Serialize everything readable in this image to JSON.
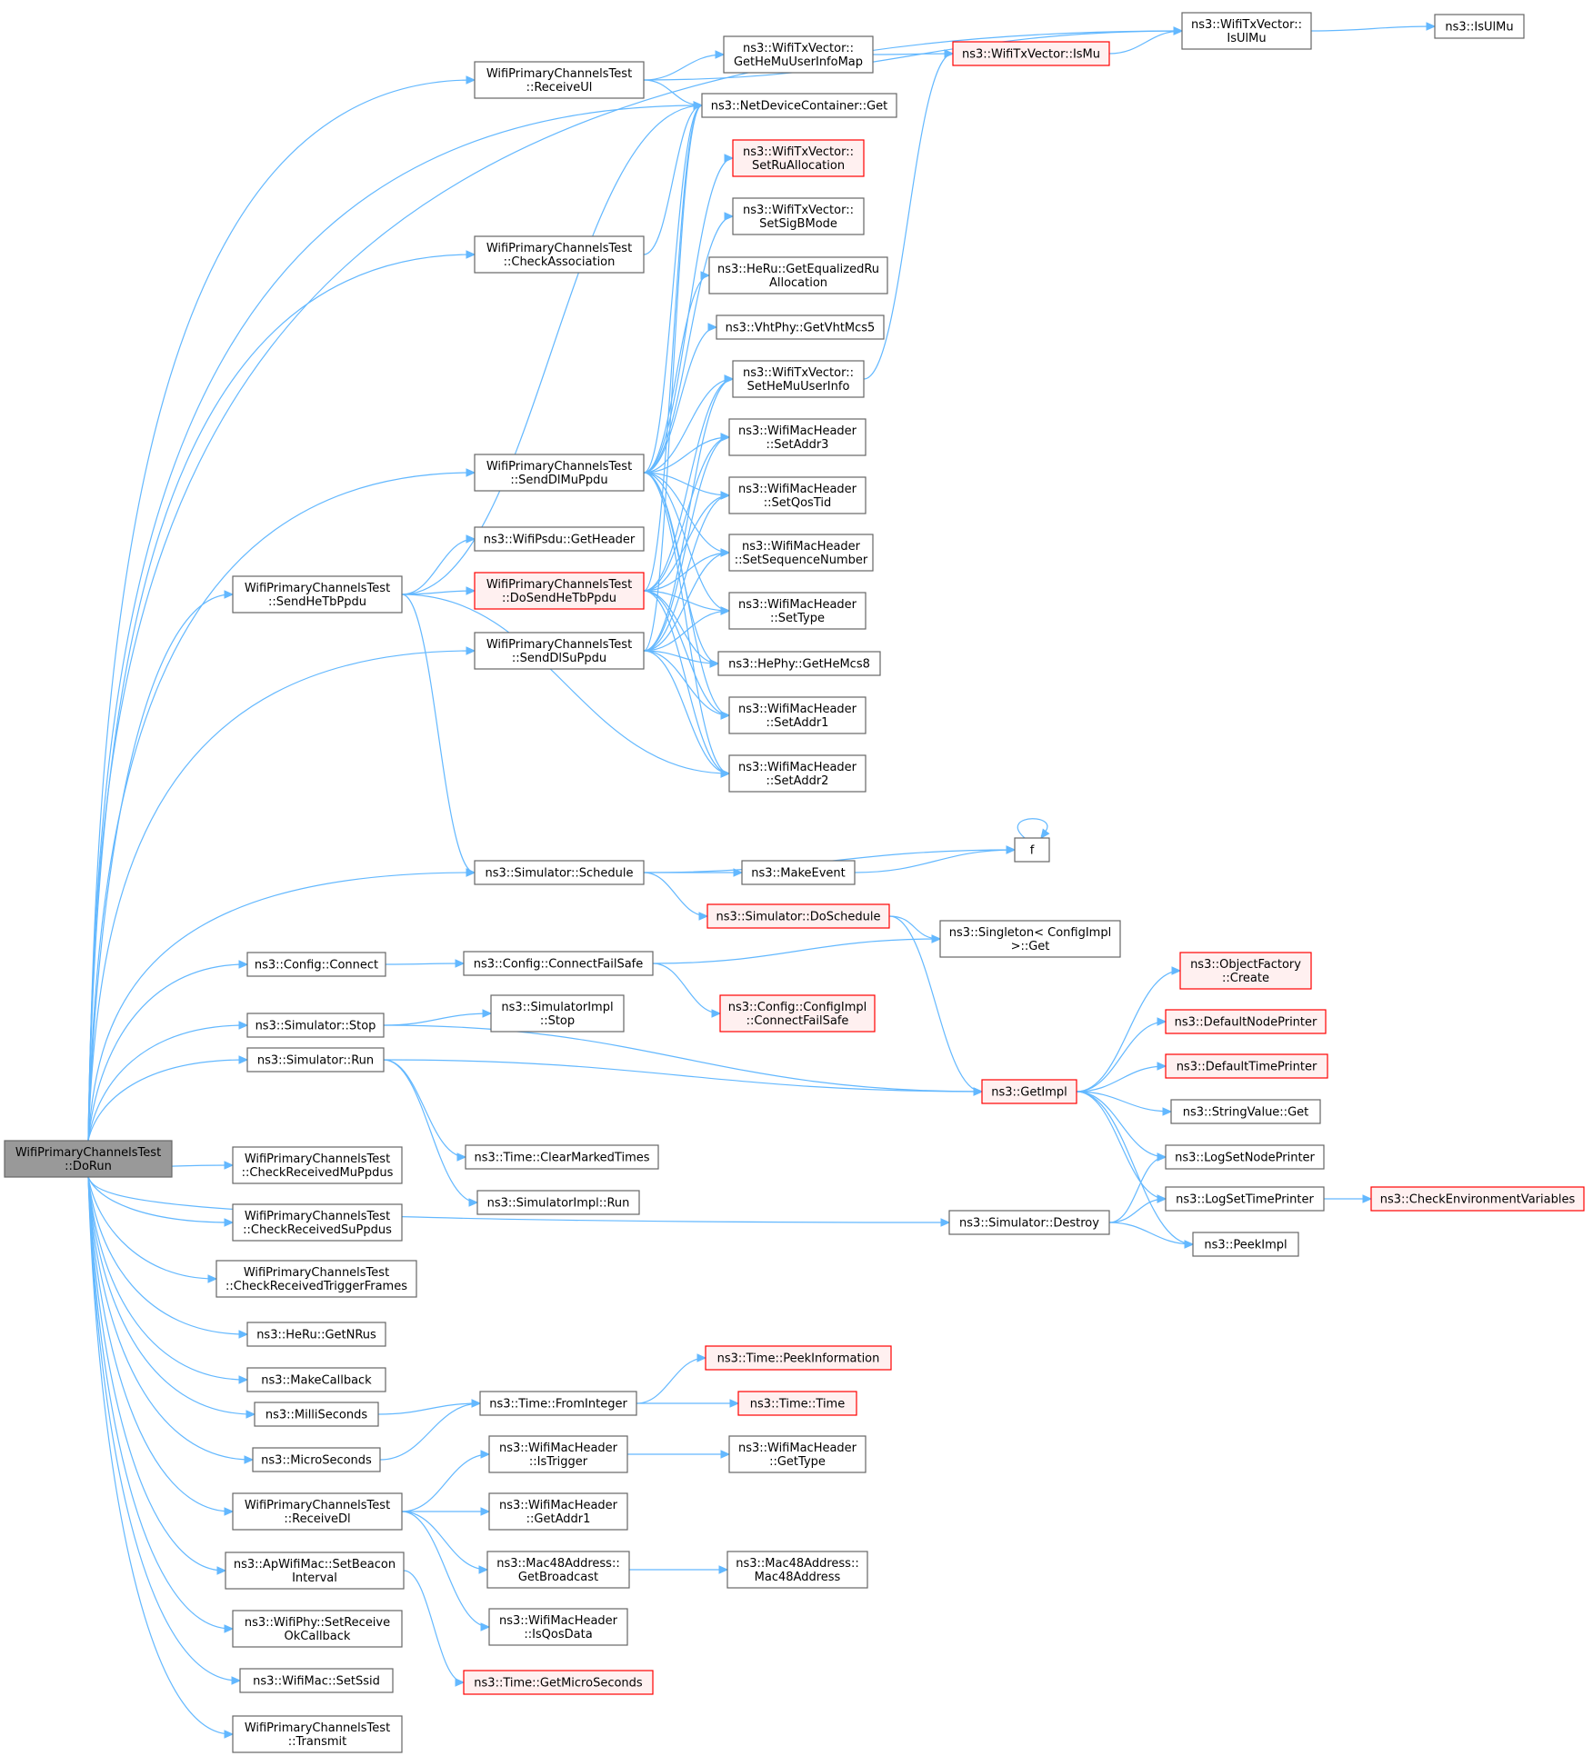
{
  "colors": {
    "edge": "#63b8ff",
    "node_border": "#666666",
    "root_fill": "#999999",
    "truncated_border": "#ff0000",
    "truncated_fill": "#fff0f0"
  },
  "nodes": [
    {
      "id": "doRun",
      "lines": [
        "WifiPrimaryChannelsTest",
        "::DoRun"
      ],
      "kind": "root"
    },
    {
      "id": "receiveUl",
      "lines": [
        "WifiPrimaryChannelsTest",
        "::ReceiveUl"
      ]
    },
    {
      "id": "getHeMuUserInfoMap",
      "lines": [
        "ns3::WifiTxVector::",
        "GetHeMuUserInfoMap"
      ]
    },
    {
      "id": "isMu",
      "lines": [
        "ns3::WifiTxVector::IsMu"
      ],
      "kind": "truncated"
    },
    {
      "id": "isUlMuVec",
      "lines": [
        "ns3::WifiTxVector::",
        "IsUlMu"
      ]
    },
    {
      "id": "isUlMu",
      "lines": [
        "ns3::IsUlMu"
      ]
    },
    {
      "id": "ndcGet",
      "lines": [
        "ns3::NetDeviceContainer::Get"
      ]
    },
    {
      "id": "setRuAllocation",
      "lines": [
        "ns3::WifiTxVector::",
        "SetRuAllocation"
      ],
      "kind": "truncated"
    },
    {
      "id": "setSigBMode",
      "lines": [
        "ns3::WifiTxVector::",
        "SetSigBMode"
      ]
    },
    {
      "id": "getEqualizedRu",
      "lines": [
        "ns3::HeRu::GetEqualizedRu",
        "Allocation"
      ]
    },
    {
      "id": "getVhtMcs5",
      "lines": [
        "ns3::VhtPhy::GetVhtMcs5"
      ]
    },
    {
      "id": "setHeMuUserInfo",
      "lines": [
        "ns3::WifiTxVector::",
        "SetHeMuUserInfo"
      ]
    },
    {
      "id": "setAddr3",
      "lines": [
        "ns3::WifiMacHeader",
        "::SetAddr3"
      ]
    },
    {
      "id": "setQosTid",
      "lines": [
        "ns3::WifiMacHeader",
        "::SetQosTid"
      ]
    },
    {
      "id": "setSeqNum",
      "lines": [
        "ns3::WifiMacHeader",
        "::SetSequenceNumber"
      ]
    },
    {
      "id": "setType",
      "lines": [
        "ns3::WifiMacHeader",
        "::SetType"
      ]
    },
    {
      "id": "getHeMcs8",
      "lines": [
        "ns3::HePhy::GetHeMcs8"
      ]
    },
    {
      "id": "setAddr1",
      "lines": [
        "ns3::WifiMacHeader",
        "::SetAddr1"
      ]
    },
    {
      "id": "setAddr2",
      "lines": [
        "ns3::WifiMacHeader",
        "::SetAddr2"
      ]
    },
    {
      "id": "checkAssociation",
      "lines": [
        "WifiPrimaryChannelsTest",
        "::CheckAssociation"
      ]
    },
    {
      "id": "sendDlMuPpdu",
      "lines": [
        "WifiPrimaryChannelsTest",
        "::SendDlMuPpdu"
      ]
    },
    {
      "id": "psduGetHeader",
      "lines": [
        "ns3::WifiPsdu::GetHeader"
      ]
    },
    {
      "id": "sendHeTbPpdu",
      "lines": [
        "WifiPrimaryChannelsTest",
        "::SendHeTbPpdu"
      ]
    },
    {
      "id": "doSendHeTbPpdu",
      "lines": [
        "WifiPrimaryChannelsTest",
        "::DoSendHeTbPpdu"
      ],
      "kind": "truncated"
    },
    {
      "id": "sendDlSuPpdu",
      "lines": [
        "WifiPrimaryChannelsTest",
        "::SendDlSuPpdu"
      ]
    },
    {
      "id": "f",
      "lines": [
        "f"
      ]
    },
    {
      "id": "schedule",
      "lines": [
        "ns3::Simulator::Schedule"
      ]
    },
    {
      "id": "makeEvent",
      "lines": [
        "ns3::MakeEvent"
      ]
    },
    {
      "id": "doSchedule",
      "lines": [
        "ns3::Simulator::DoSchedule"
      ],
      "kind": "truncated"
    },
    {
      "id": "singletonGet",
      "lines": [
        "ns3::Singleton< ConfigImpl",
        " >::Get"
      ]
    },
    {
      "id": "configConnect",
      "lines": [
        "ns3::Config::Connect"
      ]
    },
    {
      "id": "connectFailSafe",
      "lines": [
        "ns3::Config::ConnectFailSafe"
      ]
    },
    {
      "id": "configImplCFS",
      "lines": [
        "ns3::Config::ConfigImpl",
        "::ConnectFailSafe"
      ],
      "kind": "truncated"
    },
    {
      "id": "objFactoryCreate",
      "lines": [
        "ns3::ObjectFactory",
        "::Create"
      ],
      "kind": "truncated"
    },
    {
      "id": "defaultNodePrinter",
      "lines": [
        "ns3::DefaultNodePrinter"
      ],
      "kind": "truncated"
    },
    {
      "id": "simStop",
      "lines": [
        "ns3::Simulator::Stop"
      ]
    },
    {
      "id": "simImplStop",
      "lines": [
        "ns3::SimulatorImpl",
        "::Stop"
      ]
    },
    {
      "id": "defaultTimePrinter",
      "lines": [
        "ns3::DefaultTimePrinter"
      ],
      "kind": "truncated"
    },
    {
      "id": "simRun",
      "lines": [
        "ns3::Simulator::Run"
      ]
    },
    {
      "id": "getImpl",
      "lines": [
        "ns3::GetImpl"
      ],
      "kind": "truncated"
    },
    {
      "id": "stringValueGet",
      "lines": [
        "ns3::StringValue::Get"
      ]
    },
    {
      "id": "checkRecvMu",
      "lines": [
        "WifiPrimaryChannelsTest",
        "::CheckReceivedMuPpdus"
      ]
    },
    {
      "id": "clearMarkedTimes",
      "lines": [
        "ns3::Time::ClearMarkedTimes"
      ]
    },
    {
      "id": "logSetNodePrinter",
      "lines": [
        "ns3::LogSetNodePrinter"
      ]
    },
    {
      "id": "simImplRun",
      "lines": [
        "ns3::SimulatorImpl::Run"
      ]
    },
    {
      "id": "logSetTimePrinter",
      "lines": [
        "ns3::LogSetTimePrinter"
      ]
    },
    {
      "id": "checkEnvVars",
      "lines": [
        "ns3::CheckEnvironmentVariables"
      ],
      "kind": "truncated"
    },
    {
      "id": "checkRecvSu",
      "lines": [
        "WifiPrimaryChannelsTest",
        "::CheckReceivedSuPpdus"
      ]
    },
    {
      "id": "simDestroy",
      "lines": [
        "ns3::Simulator::Destroy"
      ]
    },
    {
      "id": "peekImpl",
      "lines": [
        "ns3::PeekImpl"
      ]
    },
    {
      "id": "checkRecvTrig",
      "lines": [
        "WifiPrimaryChannelsTest",
        "::CheckReceivedTriggerFrames"
      ]
    },
    {
      "id": "getNRus",
      "lines": [
        "ns3::HeRu::GetNRus"
      ]
    },
    {
      "id": "makeCallback",
      "lines": [
        "ns3::MakeCallback"
      ]
    },
    {
      "id": "peekInformation",
      "lines": [
        "ns3::Time::PeekInformation"
      ],
      "kind": "truncated"
    },
    {
      "id": "milliSeconds",
      "lines": [
        "ns3::MilliSeconds"
      ]
    },
    {
      "id": "fromInteger",
      "lines": [
        "ns3::Time::FromInteger"
      ]
    },
    {
      "id": "timeTime",
      "lines": [
        "ns3::Time::Time"
      ],
      "kind": "truncated"
    },
    {
      "id": "microSeconds",
      "lines": [
        "ns3::MicroSeconds"
      ]
    },
    {
      "id": "isTrigger",
      "lines": [
        "ns3::WifiMacHeader",
        "::IsTrigger"
      ]
    },
    {
      "id": "macGetType",
      "lines": [
        "ns3::WifiMacHeader",
        "::GetType"
      ]
    },
    {
      "id": "receiveDl",
      "lines": [
        "WifiPrimaryChannelsTest",
        "::ReceiveDl"
      ]
    },
    {
      "id": "getAddr1",
      "lines": [
        "ns3::WifiMacHeader",
        "::GetAddr1"
      ]
    },
    {
      "id": "getBroadcast",
      "lines": [
        "ns3::Mac48Address::",
        "GetBroadcast"
      ]
    },
    {
      "id": "mac48Address",
      "lines": [
        "ns3::Mac48Address::",
        "Mac48Address"
      ]
    },
    {
      "id": "setBeaconInterval",
      "lines": [
        "ns3::ApWifiMac::SetBeacon",
        "Interval"
      ]
    },
    {
      "id": "isQosData",
      "lines": [
        "ns3::WifiMacHeader",
        "::IsQosData"
      ]
    },
    {
      "id": "setReceiveOk",
      "lines": [
        "ns3::WifiPhy::SetReceive",
        "OkCallback"
      ]
    },
    {
      "id": "getMicroSeconds",
      "lines": [
        "ns3::Time::GetMicroSeconds"
      ],
      "kind": "truncated"
    },
    {
      "id": "setSsid",
      "lines": [
        "ns3::WifiMac::SetSsid"
      ]
    },
    {
      "id": "transmit",
      "lines": [
        "WifiPrimaryChannelsTest",
        "::Transmit"
      ]
    }
  ],
  "edges": [
    [
      "doRun",
      "receiveUl"
    ],
    [
      "doRun",
      "ndcGet"
    ],
    [
      "doRun",
      "checkAssociation"
    ],
    [
      "doRun",
      "sendDlMuPpdu"
    ],
    [
      "doRun",
      "sendHeTbPpdu"
    ],
    [
      "doRun",
      "sendDlSuPpdu"
    ],
    [
      "doRun",
      "schedule"
    ],
    [
      "doRun",
      "configConnect"
    ],
    [
      "doRun",
      "simStop"
    ],
    [
      "doRun",
      "simRun"
    ],
    [
      "doRun",
      "simDestroy"
    ],
    [
      "doRun",
      "checkRecvMu"
    ],
    [
      "doRun",
      "checkRecvSu"
    ],
    [
      "doRun",
      "checkRecvTrig"
    ],
    [
      "doRun",
      "getNRus"
    ],
    [
      "doRun",
      "makeCallback"
    ],
    [
      "doRun",
      "milliSeconds"
    ],
    [
      "doRun",
      "microSeconds"
    ],
    [
      "doRun",
      "receiveDl"
    ],
    [
      "doRun",
      "setBeaconInterval"
    ],
    [
      "doRun",
      "setReceiveOk"
    ],
    [
      "doRun",
      "setSsid"
    ],
    [
      "doRun",
      "transmit"
    ],
    [
      "doRun",
      "isUlMuVec"
    ],
    [
      "receiveUl",
      "isUlMuVec"
    ],
    [
      "receiveUl",
      "getHeMuUserInfoMap"
    ],
    [
      "receiveUl",
      "ndcGet"
    ],
    [
      "getHeMuUserInfoMap",
      "isMu"
    ],
    [
      "isMu",
      "isUlMuVec"
    ],
    [
      "isUlMuVec",
      "isUlMu"
    ],
    [
      "checkAssociation",
      "ndcGet"
    ],
    [
      "sendDlMuPpdu",
      "ndcGet"
    ],
    [
      "sendDlMuPpdu",
      "setRuAllocation"
    ],
    [
      "sendDlMuPpdu",
      "setSigBMode"
    ],
    [
      "sendDlMuPpdu",
      "getEqualizedRu"
    ],
    [
      "sendDlMuPpdu",
      "getVhtMcs5"
    ],
    [
      "sendDlMuPpdu",
      "setHeMuUserInfo"
    ],
    [
      "sendDlMuPpdu",
      "setAddr3"
    ],
    [
      "sendDlMuPpdu",
      "setQosTid"
    ],
    [
      "sendDlMuPpdu",
      "setSeqNum"
    ],
    [
      "sendDlMuPpdu",
      "setType"
    ],
    [
      "sendDlMuPpdu",
      "getHeMcs8"
    ],
    [
      "sendDlMuPpdu",
      "setAddr1"
    ],
    [
      "sendDlMuPpdu",
      "setAddr2"
    ],
    [
      "sendHeTbPpdu",
      "ndcGet"
    ],
    [
      "sendHeTbPpdu",
      "psduGetHeader"
    ],
    [
      "sendHeTbPpdu",
      "doSendHeTbPpdu"
    ],
    [
      "sendHeTbPpdu",
      "schedule"
    ],
    [
      "sendHeTbPpdu",
      "setAddr2"
    ],
    [
      "doSendHeTbPpdu",
      "ndcGet"
    ],
    [
      "doSendHeTbPpdu",
      "setHeMuUserInfo"
    ],
    [
      "doSendHeTbPpdu",
      "setAddr3"
    ],
    [
      "doSendHeTbPpdu",
      "setQosTid"
    ],
    [
      "doSendHeTbPpdu",
      "setSeqNum"
    ],
    [
      "doSendHeTbPpdu",
      "setType"
    ],
    [
      "doSendHeTbPpdu",
      "getHeMcs8"
    ],
    [
      "doSendHeTbPpdu",
      "setAddr1"
    ],
    [
      "doSendHeTbPpdu",
      "setAddr2"
    ],
    [
      "sendDlSuPpdu",
      "ndcGet"
    ],
    [
      "sendDlSuPpdu",
      "setHeMuUserInfo"
    ],
    [
      "sendDlSuPpdu",
      "setAddr3"
    ],
    [
      "sendDlSuPpdu",
      "setQosTid"
    ],
    [
      "sendDlSuPpdu",
      "setSeqNum"
    ],
    [
      "sendDlSuPpdu",
      "setType"
    ],
    [
      "sendDlSuPpdu",
      "getHeMcs8"
    ],
    [
      "sendDlSuPpdu",
      "setAddr1"
    ],
    [
      "sendDlSuPpdu",
      "setAddr2"
    ],
    [
      "setHeMuUserInfo",
      "isMu"
    ],
    [
      "schedule",
      "f"
    ],
    [
      "schedule",
      "makeEvent"
    ],
    [
      "schedule",
      "doSchedule"
    ],
    [
      "makeEvent",
      "f"
    ],
    [
      "f",
      "f"
    ],
    [
      "doSchedule",
      "singletonGet"
    ],
    [
      "doSchedule",
      "getImpl"
    ],
    [
      "configConnect",
      "connectFailSafe"
    ],
    [
      "connectFailSafe",
      "singletonGet"
    ],
    [
      "connectFailSafe",
      "configImplCFS"
    ],
    [
      "simStop",
      "simImplStop"
    ],
    [
      "simStop",
      "getImpl"
    ],
    [
      "simRun",
      "getImpl"
    ],
    [
      "simRun",
      "clearMarkedTimes"
    ],
    [
      "simRun",
      "simImplRun"
    ],
    [
      "getImpl",
      "objFactoryCreate"
    ],
    [
      "getImpl",
      "defaultNodePrinter"
    ],
    [
      "getImpl",
      "defaultTimePrinter"
    ],
    [
      "getImpl",
      "stringValueGet"
    ],
    [
      "getImpl",
      "logSetNodePrinter"
    ],
    [
      "getImpl",
      "logSetTimePrinter"
    ],
    [
      "getImpl",
      "peekImpl"
    ],
    [
      "logSetTimePrinter",
      "checkEnvVars"
    ],
    [
      "simDestroy",
      "logSetNodePrinter"
    ],
    [
      "simDestroy",
      "logSetTimePrinter"
    ],
    [
      "simDestroy",
      "peekImpl"
    ],
    [
      "milliSeconds",
      "fromInteger"
    ],
    [
      "microSeconds",
      "fromInteger"
    ],
    [
      "fromInteger",
      "peekInformation"
    ],
    [
      "fromInteger",
      "timeTime"
    ],
    [
      "receiveDl",
      "isTrigger"
    ],
    [
      "receiveDl",
      "getAddr1"
    ],
    [
      "receiveDl",
      "getBroadcast"
    ],
    [
      "receiveDl",
      "isQosData"
    ],
    [
      "isTrigger",
      "macGetType"
    ],
    [
      "getBroadcast",
      "mac48Address"
    ],
    [
      "setBeaconInterval",
      "getMicroSeconds"
    ]
  ]
}
